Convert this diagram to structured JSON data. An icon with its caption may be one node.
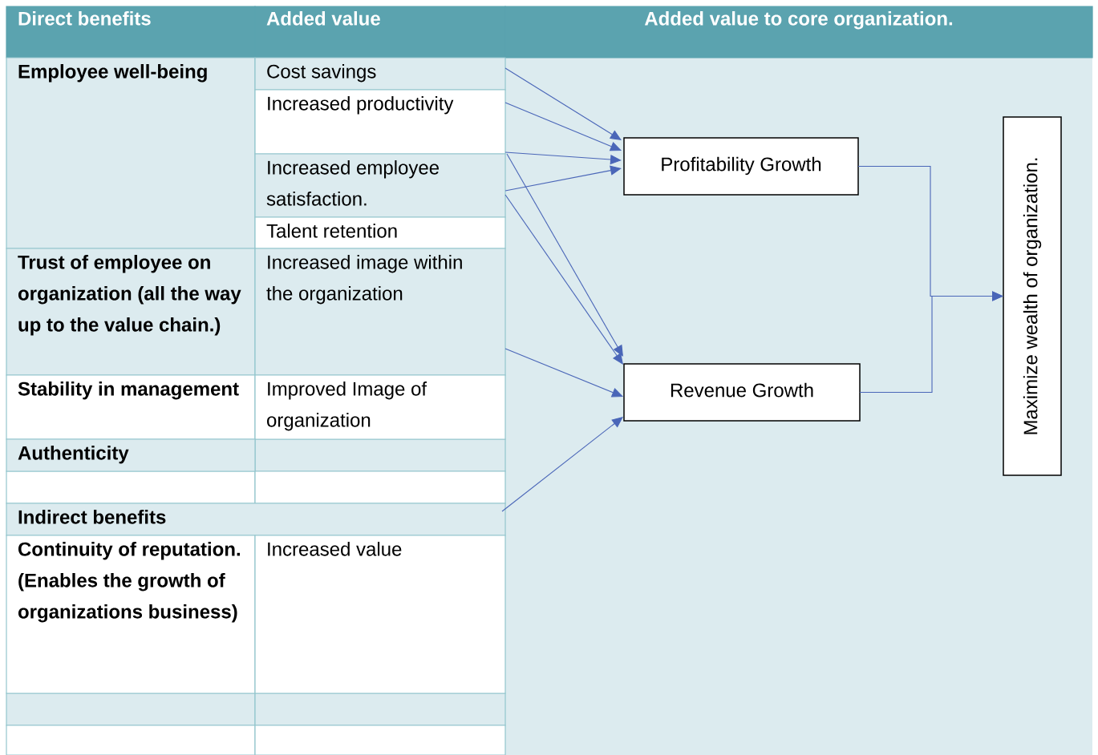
{
  "diagram": {
    "nodes": [
      {
        "text": [
          "Direct benefits"
        ]
      },
      {
        "text": [
          "Added value"
        ]
      },
      {
        "text": [
          "Added value to core organization."
        ]
      },
      {
        "text": [
          "Employee well-being"
        ]
      },
      {
        "text": [
          "Cost savings"
        ]
      },
      {
        "text": [
          "Increased productivity"
        ]
      },
      {
        "text": [
          "Increased employee satisfaction."
        ]
      },
      {
        "text": [
          "Talent retention"
        ]
      },
      {
        "text": [
          "Profitability Growth"
        ]
      },
      {
        "text": [
          "Maximize wealth of organization."
        ]
      },
      {
        "text": [
          "Trust of employee on organization (all the way up to the value chain.)"
        ]
      },
      {
        "text": [
          "Increased image within the organization"
        ]
      },
      {
        "text": [
          "Revenue Growth"
        ]
      },
      {
        "text": [
          "Stability in management"
        ]
      },
      {
        "text": [
          "Improved Image of organization"
        ]
      },
      {
        "text": [
          "Authenticity"
        ]
      },
      {
        "text": [
          "Indirect benefits"
        ]
      },
      {
        "text": [
          "Continuity of reputation.",
          "(Enables the growth of organizations business)"
        ]
      },
      {
        "text": [
          "Increased value"
        ]
      }
    ],
    "edges": [
      {
        "from": 4,
        "to": 8,
        "arrow": "to"
      },
      {
        "from": 5,
        "to": 8,
        "arrow": "to"
      },
      {
        "from": 6,
        "to": 8,
        "arrow": "to"
      },
      {
        "from": 6,
        "to": 8,
        "arrow": "to"
      },
      {
        "from": 6,
        "to": 12,
        "arrow": "to"
      },
      {
        "from": 6,
        "to": 12,
        "arrow": "to"
      },
      {
        "from": 11,
        "to": 12,
        "arrow": "to"
      },
      {
        "from": 16,
        "to": 12,
        "arrow": "to"
      },
      {
        "from": 8,
        "to": 9,
        "arrow": "to"
      },
      {
        "from": 12,
        "to": 9,
        "arrow": "to"
      }
    ]
  }
}
